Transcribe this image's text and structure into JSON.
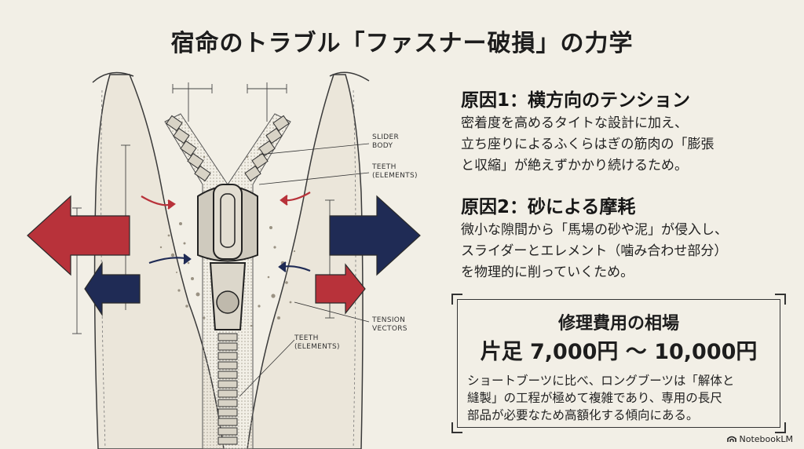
{
  "title": "宿命のトラブル「ファスナー破損」の力学",
  "diagram": {
    "labels": {
      "slider_body": [
        "SLIDER",
        "BODY"
      ],
      "teeth_top": [
        "TEETH",
        "(ELEMENTS)"
      ],
      "tension": [
        "TENSION",
        "VECTORS"
      ],
      "teeth_bottom": [
        "TEETH",
        "(ELEMENTS)"
      ]
    },
    "colors": {
      "red_arrow": "#b8323a",
      "navy_arrow": "#1f2b55"
    }
  },
  "cause1": {
    "heading": "原因1：横方向のテンション",
    "lines": [
      "密着度を高めるタイトな設計に加え、",
      "立ち座りによるふくらはぎの筋肉の「膨張",
      "と収縮」が絶えずかかり続けるため。"
    ]
  },
  "cause2": {
    "heading": "原因2：砂による摩耗",
    "lines": [
      "微小な隙間から「馬場の砂や泥」が侵入し、",
      "スライダーとエレメント（噛み合わせ部分）",
      "を物理的に削っていくため。"
    ]
  },
  "repair": {
    "title": "修理費用の相場",
    "price": "片足 7,000円 ～ 10,000円",
    "note": [
      "ショートブーツに比べ、ロングブーツは「解体と",
      "縫製」の工程が極めて複雑であり、専用の長尺",
      "部品が必要なため高額化する傾向にある。"
    ]
  },
  "brand": "NotebookLM"
}
